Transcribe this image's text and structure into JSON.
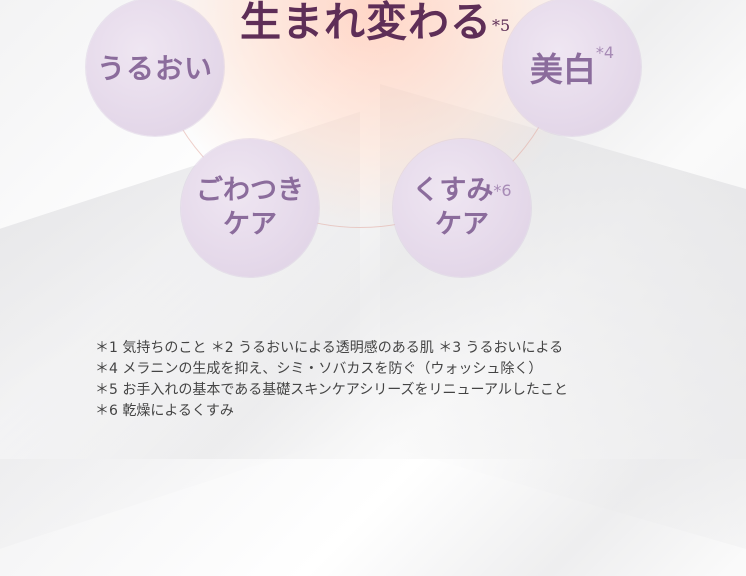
{
  "headline": {
    "text": "生まれ変わる",
    "note": "*5"
  },
  "bubbles": {
    "uruoi": {
      "text": "うるおい",
      "note": ""
    },
    "bihaku": {
      "text": "美白",
      "note": "*4"
    },
    "gowatsuki": {
      "line1": "ごわつき",
      "line2": "ケア"
    },
    "kusumi": {
      "line1": "くすみ",
      "note": "*6",
      "line2": "ケア"
    }
  },
  "footnotes": [
    "＊1 気持ちのこと ＊2 うるおいによる透明感のある肌 ＊3 うるおいによる",
    "＊4 メラニンの生成を抑え、シミ・ソバカスを防ぐ（ウォッシュ除く）",
    "＊5 お手入れの基本である基礎スキンケアシリーズをリニューアルしたこと",
    "＊6 乾燥によるくすみ"
  ],
  "colors": {
    "headline": "#5e2e57",
    "bubble_text": "#8b6c9c",
    "bubble_fill": "#e5d9ea",
    "glow": "#ffc8b4"
  }
}
